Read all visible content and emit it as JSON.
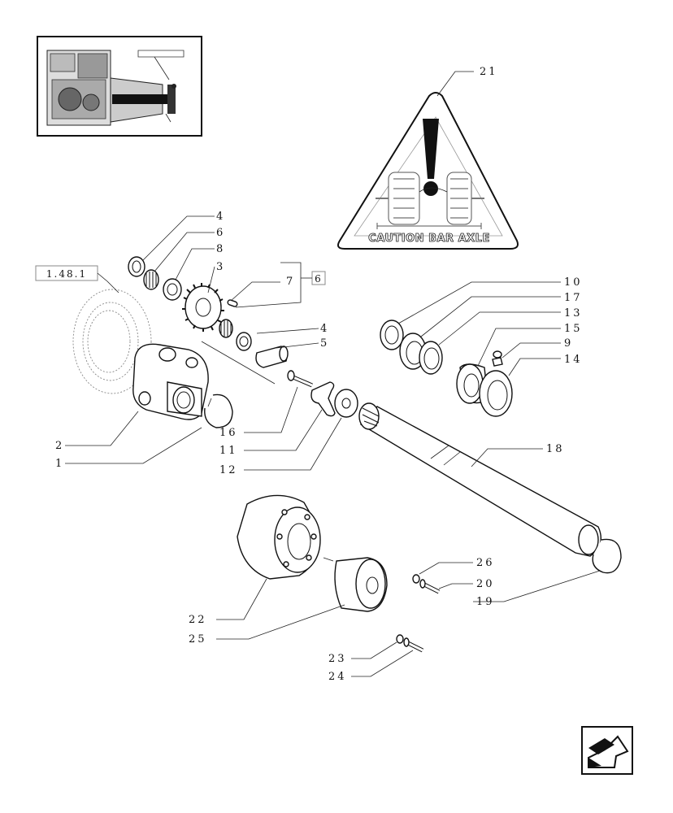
{
  "reference_box": "1.48.1",
  "kit_box": "6",
  "warning_label": "CAUTION BAR AXLE",
  "callouts": {
    "c1": "1",
    "c2": "2",
    "c3": "3",
    "c4a": "4",
    "c4b": "4",
    "c5": "5",
    "c6": "6",
    "c7": "7",
    "c8": "8",
    "c9": "9",
    "c10": "10",
    "c11": "11",
    "c12": "12",
    "c13": "13",
    "c14": "14",
    "c15": "15",
    "c16": "16",
    "c17": "17",
    "c18": "18",
    "c19": "19",
    "c20": "20",
    "c21": "21",
    "c22": "22",
    "c23": "23",
    "c24": "24",
    "c25": "25",
    "c26": "26"
  },
  "icons": {
    "thumbnail": "tractor-transmission-thumbnail",
    "nav": "back-arrow-icon"
  }
}
